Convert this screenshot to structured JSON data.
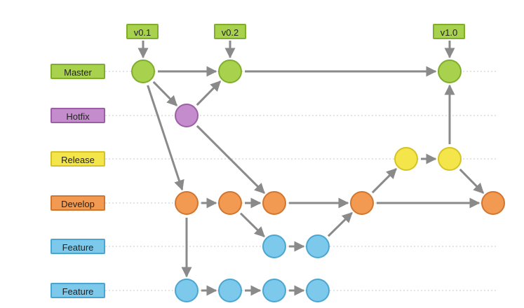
{
  "rows": [
    {
      "key": "master",
      "label": "Master",
      "color": "green"
    },
    {
      "key": "hotfix",
      "label": "Hotfix",
      "color": "purple"
    },
    {
      "key": "release",
      "label": "Release",
      "color": "yellow"
    },
    {
      "key": "develop",
      "label": "Develop",
      "color": "orange"
    },
    {
      "key": "feature1",
      "label": "Feature",
      "color": "blue"
    },
    {
      "key": "feature2",
      "label": "Feature",
      "color": "blue"
    }
  ],
  "tags": [
    {
      "key": "v01",
      "label": "v0.1"
    },
    {
      "key": "v02",
      "label": "v0.2"
    },
    {
      "key": "v10",
      "label": "v1.0"
    }
  ],
  "colors": {
    "green": {
      "fill": "#a8d24d",
      "stroke": "#7fae2c"
    },
    "purple": {
      "fill": "#c58ccd",
      "stroke": "#9c5fa6"
    },
    "yellow": {
      "fill": "#f4e64a",
      "stroke": "#d4c327"
    },
    "orange": {
      "fill": "#f39a52",
      "stroke": "#d17630"
    },
    "blue": {
      "fill": "#7cc9ec",
      "stroke": "#4aa6d1"
    },
    "arrow": "#8a8a8a",
    "guide": "#c8c8c8"
  }
}
